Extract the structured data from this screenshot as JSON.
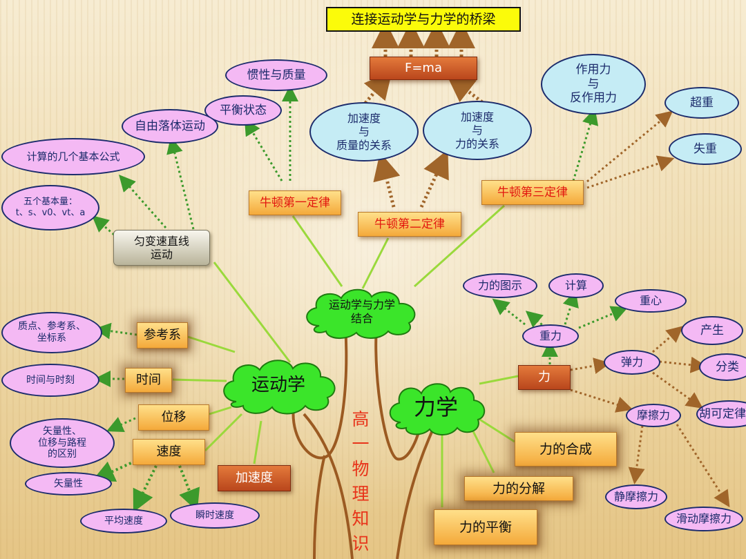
{
  "title": "连接运动学与力学的桥梁",
  "center": {
    "combined": "运动学与力学结合",
    "kinematics": "运动学",
    "mechanics": "力学",
    "subject": "高一物理知识"
  },
  "dynamics": {
    "formula": "F=ma",
    "law1": "牛顿第一定律",
    "law2": "牛顿第二定律",
    "law3": "牛顿第三定律",
    "inertia": "惯性与质量",
    "equilibrium_state": "平衡状态",
    "accel_mass": "加速度\n与\n质量的关系",
    "accel_force": "加速度\n与\n力的关系",
    "action_reaction": "作用力\n与\n反作用力",
    "overweight": "超重",
    "weightless": "失重"
  },
  "kinematics": {
    "free_fall": "自由落体运动",
    "formulas": "计算的几个基本公式",
    "quantities": "五个基本量：\nt、s、v0、vt、a",
    "uniform_accel": "匀变速直线运动",
    "reference": "参考系",
    "reference_detail": "质点、参考系、\n坐标系",
    "time": "时间",
    "time_detail": "时间与时刻",
    "displacement": "位移",
    "displacement_detail": "矢量性、\n位移与路程\n的区别",
    "velocity": "速度",
    "vector": "矢量性",
    "avg_velocity": "平均速度",
    "inst_velocity": "瞬时速度",
    "acceleration": "加速度"
  },
  "mechanics": {
    "force": "力",
    "gravity": "重力",
    "force_diagram": "力的图示",
    "calculation": "计算",
    "center_gravity": "重心",
    "elastic": "弹力",
    "produce": "产生",
    "classify": "分类",
    "hooke": "胡可定律",
    "friction": "摩擦力",
    "static_friction": "静摩擦力",
    "sliding_friction": "滑动摩擦力",
    "composition": "力的合成",
    "decomposition": "力的分解",
    "balance": "力的平衡"
  },
  "colors": {
    "pink_oval": "#f4b9f4",
    "blue_oval": "#c5ecf5",
    "cloud_green": "#3be52a",
    "line_green": "#9ad93c",
    "arrow_brown": "#a0652a",
    "arrow_green": "#3c9a2c",
    "trunk_brown": "#9b5a22",
    "title_yellow": "#fbfb0a"
  }
}
